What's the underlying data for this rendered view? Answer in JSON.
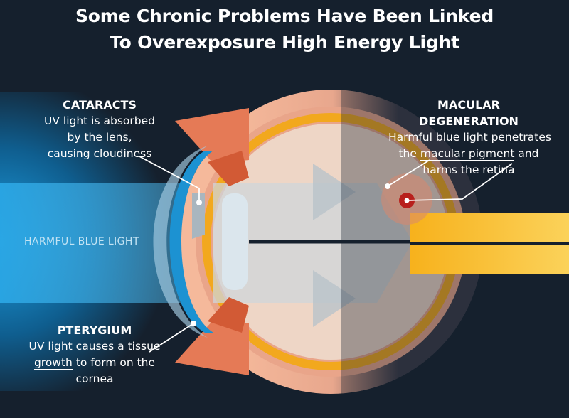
{
  "title": {
    "line1": "Some Chronic Problems Have Been Linked",
    "line2": "To Overexposure High Energy Light"
  },
  "labels": {
    "cataracts": {
      "heading": "CATARACTS",
      "line1": "UV light is absorbed",
      "line2_pre": "by the ",
      "line2_underlined": "lens",
      "line2_post": ",",
      "line3": "causing cloudiness"
    },
    "macular": {
      "heading": "MACULAR DEGENERATION",
      "line1": "Harmful blue light penetrates",
      "line2_pre": "the ",
      "line2_underlined": "macular pigment",
      "line2_post": " and",
      "line3": "harms the retina"
    },
    "pterygium": {
      "heading": "PTERYGIUM",
      "line1_pre": "UV light causes a ",
      "line1_underlined": "tissue",
      "line2_underlined": "growth",
      "line2_post": " to form on the",
      "line3": "cornea"
    },
    "blue_light": "HARMFUL BLUE LIGHT"
  },
  "colors": {
    "background": "#15202d",
    "blue_light": "#0e8fd0",
    "sclera": "#f2b497",
    "iris": "#d25a35",
    "retina": "#f2a81e",
    "macula": "#b8201c",
    "cornea": "#1c92d2"
  }
}
